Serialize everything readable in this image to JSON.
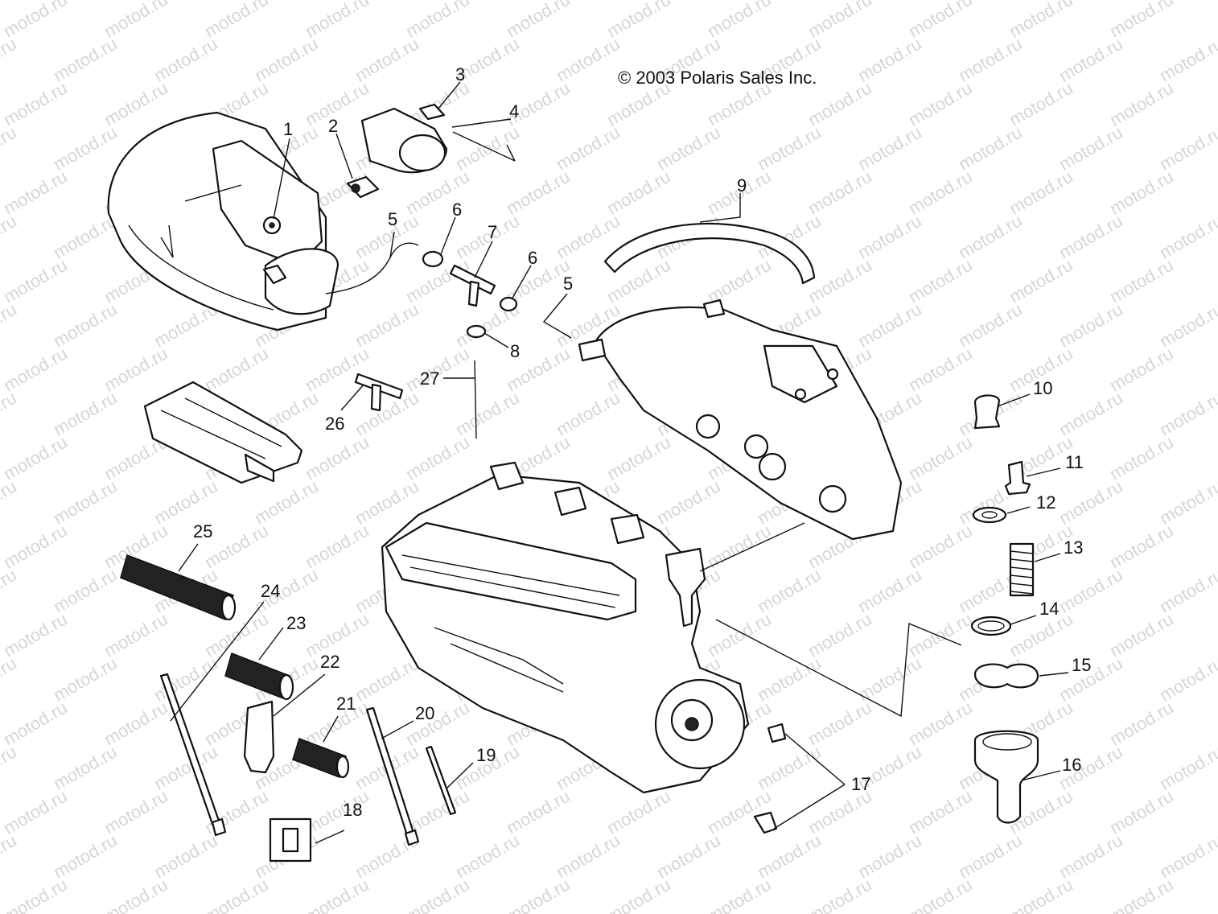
{
  "copyright": "© 2003 Polaris Sales Inc.",
  "watermark_text": "motod.ru",
  "callouts": [
    "1",
    "2",
    "3",
    "4",
    "5",
    "6",
    "7",
    "6",
    "5",
    "8",
    "9",
    "27",
    "26",
    "10",
    "11",
    "12",
    "13",
    "14",
    "15",
    "16",
    "17",
    "18",
    "19",
    "20",
    "21",
    "22",
    "23",
    "24",
    "25"
  ]
}
